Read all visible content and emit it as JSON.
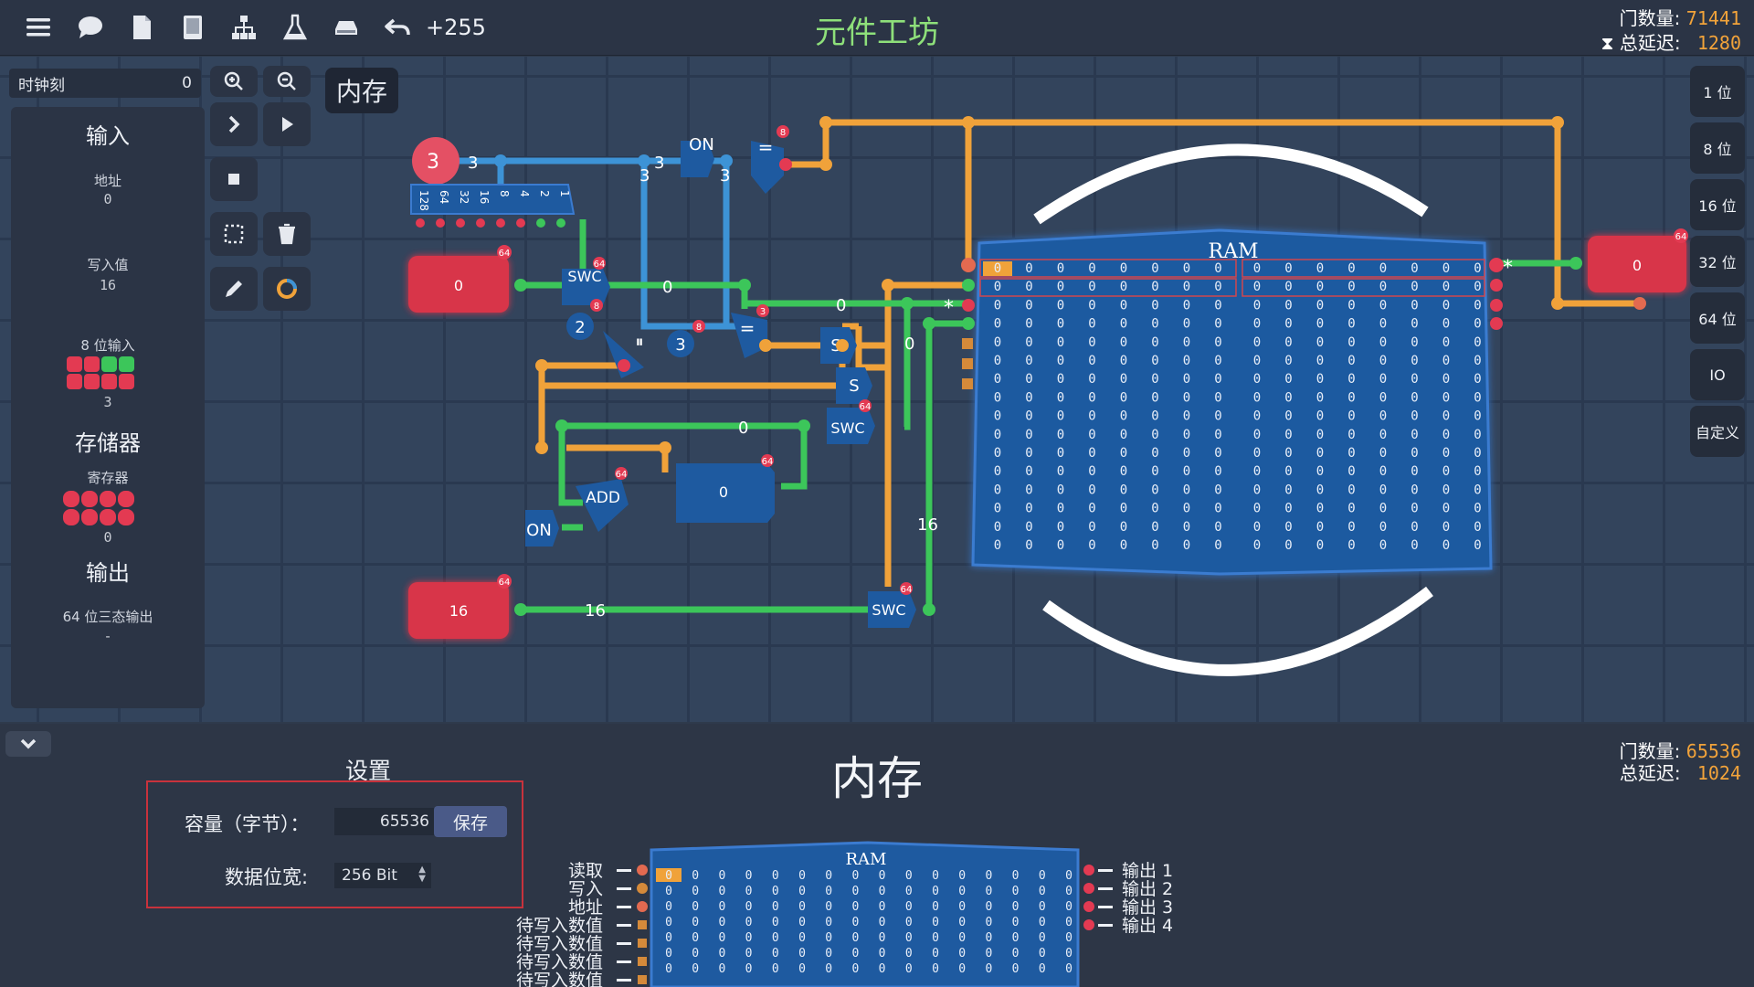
{
  "app": {
    "title": "元件工坊",
    "gate_delta": "+255",
    "gate_count_label": "门数量:",
    "gate_count": "71441",
    "total_delay_label": "总延迟:",
    "total_delay": "1280"
  },
  "toolbar": {
    "icons": [
      "menu-icon",
      "chat-icon",
      "file-icon",
      "book-icon",
      "hierarchy-icon",
      "flask-icon",
      "drive-icon",
      "undo-icon"
    ]
  },
  "clock": {
    "label": "时钟刻",
    "value": "0"
  },
  "left_panel": {
    "input_title": "输入",
    "address_label": "地址",
    "address_value": "0",
    "write_label": "写入值",
    "write_value": "16",
    "byte_input_label": "8 位输入",
    "byte_input_value": "3",
    "byte_input_bits": [
      1,
      1,
      0,
      0,
      0,
      0,
      0,
      0
    ],
    "storage_title": "存储器",
    "register_label": "寄存器",
    "register_value": "0",
    "output_title": "输出",
    "tristate_label": "64 位三态输出",
    "tristate_value": "-"
  },
  "component_label": "内存",
  "bit_buttons": [
    "1 位",
    "8 位",
    "16 位",
    "32 位",
    "64 位",
    "IO",
    "自定义"
  ],
  "circuit": {
    "inputs": [
      {
        "value": "0",
        "badge": "64"
      },
      {
        "value": "16",
        "badge": "64"
      }
    ],
    "output": {
      "value": "0",
      "badge": "64"
    },
    "byte_node": "3",
    "bit_labels": [
      "128",
      "64",
      "32",
      "16",
      "8",
      "4",
      "2",
      "1"
    ],
    "wire_labels": [
      "3",
      "3",
      "3",
      "3",
      "0",
      "0",
      "0",
      "0",
      "16",
      "16",
      "3",
      "2",
      "3",
      "3",
      "8"
    ],
    "gates": {
      "on1": "ON",
      "on2": "ON",
      "eq1": "=",
      "eq2": "=",
      "swc1": "SWC",
      "swc2": "SWC",
      "swc3": "SWC",
      "s1": "S",
      "s2": "S",
      "add": "ADD",
      "pause": "⏸",
      "reg_value": "0",
      "small_badges": [
        "64",
        "8",
        "8",
        "3",
        "8",
        "64",
        "64",
        "64",
        "64"
      ],
      "num2": "2",
      "num3": "3"
    },
    "ram": {
      "title": "RAM",
      "rows": 16,
      "cols": 16,
      "cell": "0",
      "star": "*"
    }
  },
  "bottom": {
    "settings_title": "设置",
    "capacity_label": "容量（字节）：",
    "capacity_value": "65536",
    "save_label": "保存",
    "bitwidth_label": "数据位宽:",
    "bitwidth_value": "256 Bit",
    "detail_title": "内存",
    "gate_count_label": "门数量:",
    "gate_count": "65536",
    "total_delay_label": "总延迟:",
    "total_delay": "1024",
    "preview_title": "RAM",
    "preview_cell": "0",
    "inputs": [
      "读取",
      "写入",
      "地址",
      "待写入数值",
      "待写入数值",
      "待写入数值",
      "待写入数值"
    ],
    "outputs": [
      "输出 1",
      "输出 2",
      "输出 3",
      "输出 4"
    ]
  },
  "colors": {
    "accent_green": "#3cc65a",
    "wire_orange": "#f0a23a",
    "wire_blue": "#3d93d6",
    "input_red": "#e33a52",
    "ram_blue": "#1e5aa0"
  }
}
